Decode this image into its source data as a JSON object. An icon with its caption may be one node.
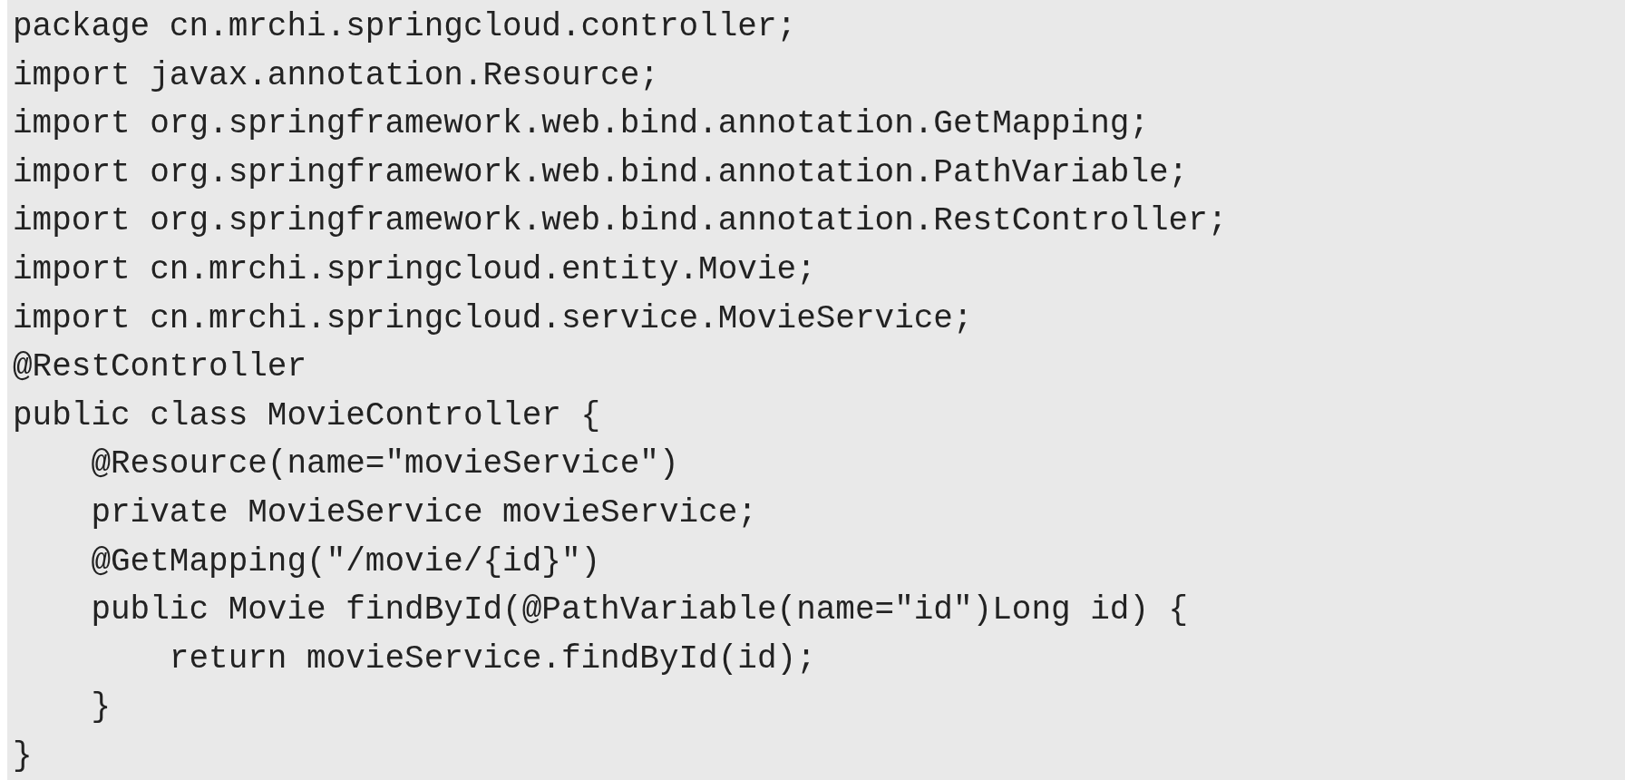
{
  "diagram": {
    "labels": [
      "package cn.mrchi.springcloud.controller;",
      "import javax.annotation.Resource;",
      "import org.springframework.web.bind.annotation.GetMapping;",
      "import org.springframework.web.bind.annotation.PathVariable;",
      "import org.springframework.web.bind.annotation.RestController;",
      "import cn.mrchi.springcloud.entity.Movie;",
      "import cn.mrchi.springcloud.service.MovieService;",
      "@RestController",
      "public class MovieController {",
      "    @Resource(name=\"movieService\")",
      "    private MovieService movieService;",
      "    @GetMapping(\"/movie/{id}\")",
      "    public Movie findById(@PathVariable(name=\"id\")Long id) {",
      "        return movieService.findById(id);",
      "    }",
      "}"
    ]
  }
}
